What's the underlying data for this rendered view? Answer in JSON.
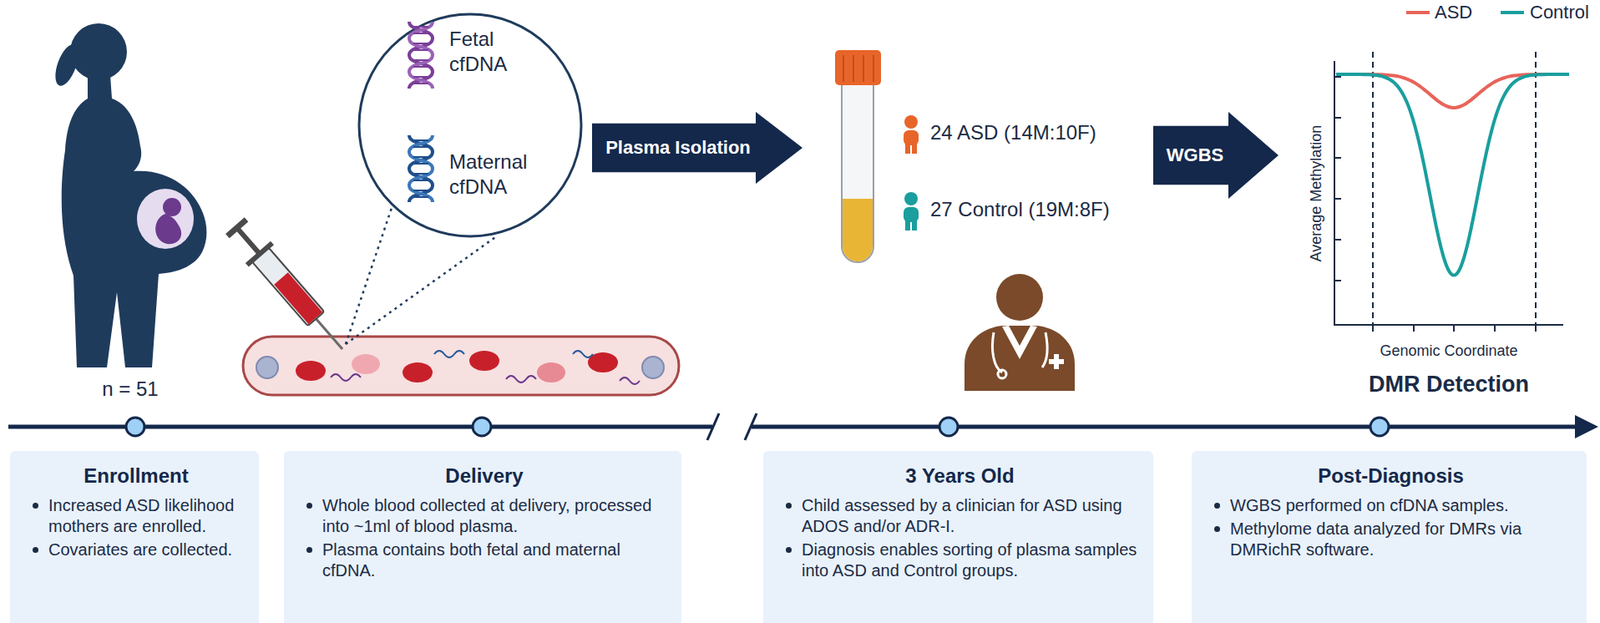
{
  "diagram": {
    "nodes": [
      {
        "text": [
          "Fetal cfDNA",
          "Maternal cfDNA"
        ]
      },
      {
        "text": [
          "Plasma Isolation"
        ]
      },
      {
        "text": [
          "WGBS"
        ]
      },
      {
        "text": [
          "Enrollment",
          "Increased ASD likelihood mothers are enrolled.",
          "Covariates are collected."
        ]
      },
      {
        "text": [
          "Delivery",
          "Whole blood collected at delivery, processed into ~1ml of blood plasma.",
          "Plasma contains both fetal and maternal cfDNA."
        ]
      },
      {
        "text": [
          "3 Years Old",
          "Child assessed by a clinician for ASD using ADOS and/or ADR-I.",
          "Diagnosis enables sorting of plasma samples into ASD and Control groups."
        ]
      },
      {
        "text": [
          "Post-Diagnosis",
          "WGBS performed on cfDNA samples.",
          "Methylome data analyzed for DMRs via DMRichR software."
        ]
      }
    ],
    "labels": [
      "n = 51",
      "24 ASD (14M:10F)",
      "27 Control (19M:8F)",
      "Average Methylation",
      "Genomic Coordinate",
      "DMR Detection"
    ],
    "legend": [
      {
        "text": "ASD",
        "color": "#e8645a"
      },
      {
        "text": "Control",
        "color": "#1a9e9e"
      }
    ]
  }
}
